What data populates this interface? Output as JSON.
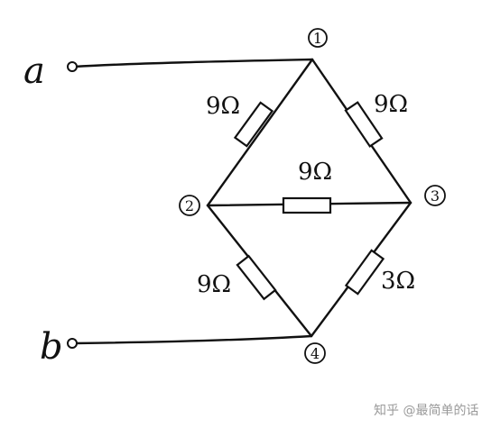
{
  "terminals": {
    "a": "a",
    "b": "b"
  },
  "nodes": {
    "n1": "1",
    "n2": "2",
    "n3": "3",
    "n4": "4"
  },
  "resistors": {
    "r12": "9Ω",
    "r13": "9Ω",
    "r23": "9Ω",
    "r24": "9Ω",
    "r34": "3Ω"
  },
  "watermark": "知乎 @最简单的话"
}
